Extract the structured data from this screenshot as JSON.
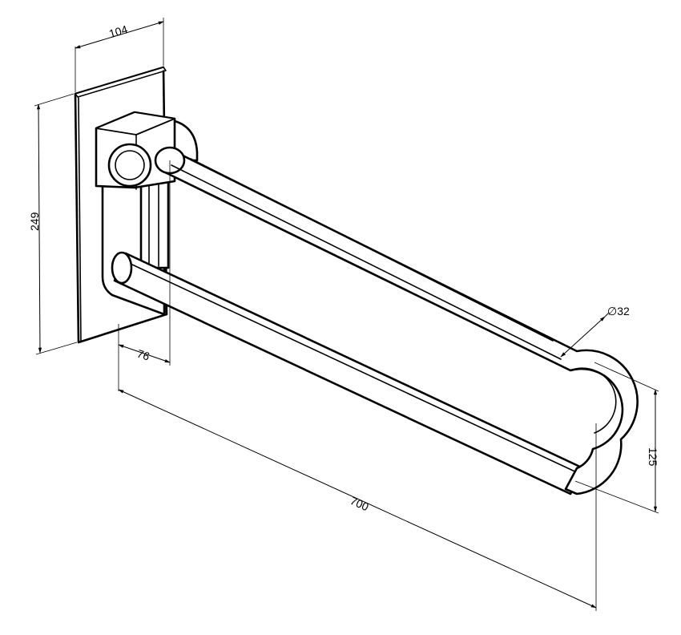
{
  "dimensions": {
    "plate_width": "104",
    "plate_height": "249",
    "wall_offset": "76",
    "bar_length": "700",
    "tube_diameter": "∅32",
    "rail_spacing": "125"
  }
}
